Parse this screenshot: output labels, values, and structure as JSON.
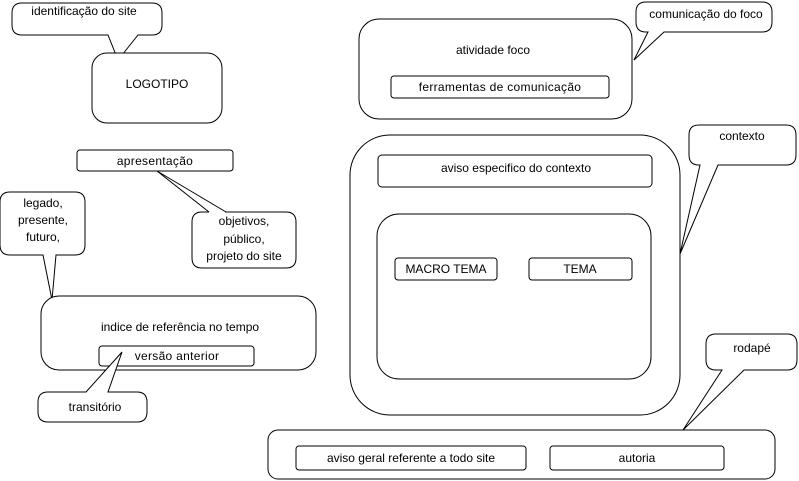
{
  "callouts": {
    "site_id": "identificação do site",
    "focus_communication": "comunicação do foco",
    "context": "contexto",
    "time_refs": [
      "legado,",
      "presente,",
      "futuro,"
    ],
    "presentation_details": [
      "objetivos,",
      "público,",
      "projeto do site"
    ],
    "transitory": "transitório",
    "footer": "rodapé"
  },
  "boxes": {
    "logo": "LOGOTIPO",
    "presentation": "apresentação",
    "focus_activity": "atividade foco",
    "communication_tools": "ferramentas de comunicação",
    "context_notice": "aviso especifico do contexto",
    "macro_theme": "MACRO TEMA",
    "theme": "TEMA",
    "time_index": "indice de referência no tempo",
    "previous_version": "versão anterior",
    "general_notice": "aviso geral referente a todo site",
    "authorship": "autoria"
  }
}
